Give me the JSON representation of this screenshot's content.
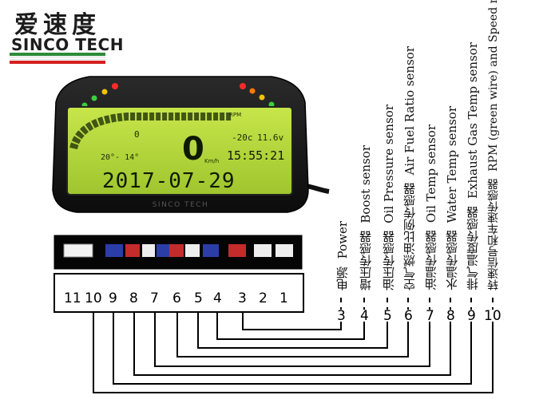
{
  "brand": {
    "chinese": "爱速度",
    "english": "SINCO TECH",
    "stripe_colors": [
      "#2e8b3a",
      "#ffffff",
      "#d42020"
    ]
  },
  "gauge": {
    "rpm_label": "RPM",
    "boost_value": "0",
    "speed_value": "0",
    "speed_unit": "Km/h",
    "temp_value": "-20c",
    "volt_value": "11.6v",
    "left_small": "20°- 14°",
    "time": "15:55:21",
    "date": "2017-07-29",
    "bezel_text": "SINCO TECH",
    "lcd_color": "#b6d83a",
    "shift_lights": [
      "#3ccf3c",
      "#3ccf3c",
      "#f2c300",
      "#ff7a00",
      "#ff2020"
    ]
  },
  "connector_pins": [
    "11",
    "10",
    "9",
    "8",
    "7",
    "6",
    "5",
    "4",
    "3",
    "2",
    "1"
  ],
  "wires": [
    {
      "number": "3",
      "cn": "电源",
      "en": "Power"
    },
    {
      "number": "4",
      "cn": "增压传感器",
      "en": "Boost  sensor"
    },
    {
      "number": "5",
      "cn": "油压传感器",
      "en": "Oil Pressure sensor"
    },
    {
      "number": "6",
      "cn": "空气燃油比例传感器",
      "en": "Air Fuel Ratio sensor"
    },
    {
      "number": "7",
      "cn": "油温传感器",
      "en": "Oil Temp sensor"
    },
    {
      "number": "8",
      "cn": "水温传感器",
      "en": "Water Temp sensor"
    },
    {
      "number": "9",
      "cn": "排气温度传感器",
      "en": "Exhaust Gas Temp sensor"
    },
    {
      "number": "10",
      "cn": "转速信号和车速传感器",
      "en": "RPM (green wire) and Speed meter (red wire)"
    }
  ]
}
